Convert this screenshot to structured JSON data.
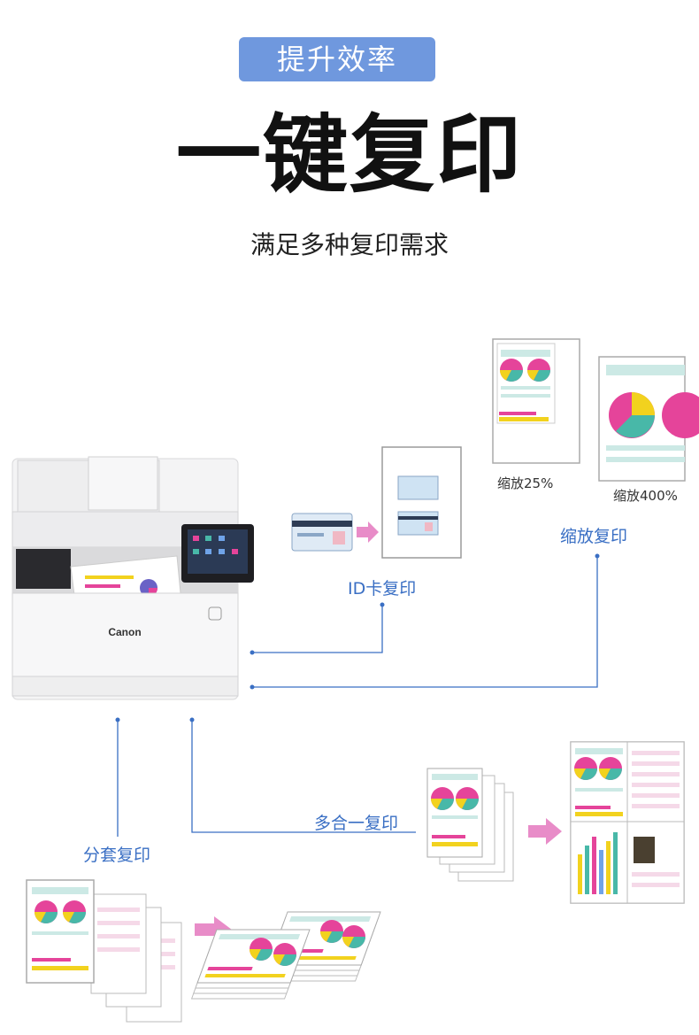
{
  "header": {
    "badge": "提升效率",
    "title": "一键复印",
    "subtitle": "满足多种复印需求"
  },
  "printer": {
    "brand": "Canon"
  },
  "features": {
    "id_copy": "ID卡复印",
    "zoom_copy": "缩放复印",
    "zoom_25": "缩放25%",
    "zoom_400": "缩放400%",
    "nup_copy": "多合一复印",
    "collate_copy": "分套复印"
  },
  "colors": {
    "accent_blue": "#6f98de",
    "line_blue": "#3a6fc4",
    "pink": "#e5449a",
    "teal": "#48b8a8",
    "yellow": "#f2d21e",
    "arrow_pink": "#e88cc8"
  }
}
